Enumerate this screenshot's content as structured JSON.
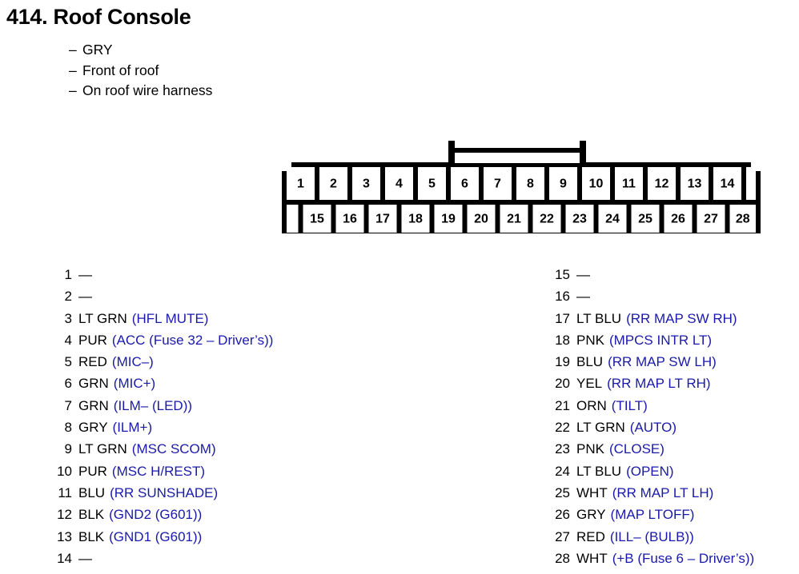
{
  "header": {
    "title": "414. Roof Console",
    "bullet_dash": "–",
    "bullets": [
      "GRY",
      "Front of roof",
      "On roof wire harness"
    ]
  },
  "connector": {
    "name": "28-pin connector",
    "top_row_pins": [
      "1",
      "2",
      "3",
      "4",
      "5",
      "6",
      "7",
      "8",
      "9",
      "10",
      "11",
      "12",
      "13",
      "14"
    ],
    "bottom_row_pins": [
      "15",
      "16",
      "17",
      "18",
      "19",
      "20",
      "21",
      "22",
      "23",
      "24",
      "25",
      "26",
      "27",
      "28"
    ],
    "line_color": "#000000",
    "cell_fill": "#ffffff"
  },
  "pins": {
    "empty_marker": "—",
    "signal_color": "#1a1aaa",
    "left_column": [
      {
        "no": "1",
        "wire": "",
        "signal": ""
      },
      {
        "no": "2",
        "wire": "",
        "signal": ""
      },
      {
        "no": "3",
        "wire": "LT GRN",
        "signal": "(HFL MUTE)"
      },
      {
        "no": "4",
        "wire": "PUR",
        "signal": "(ACC (Fuse 32 – Driver’s))"
      },
      {
        "no": "5",
        "wire": "RED",
        "signal": "(MIC–)"
      },
      {
        "no": "6",
        "wire": "GRN",
        "signal": "(MIC+)"
      },
      {
        "no": "7",
        "wire": "GRN",
        "signal": "(ILM– (LED))"
      },
      {
        "no": "8",
        "wire": "GRY",
        "signal": "(ILM+)"
      },
      {
        "no": "9",
        "wire": "LT GRN",
        "signal": "(MSC SCOM)"
      },
      {
        "no": "10",
        "wire": "PUR",
        "signal": "(MSC H/REST)"
      },
      {
        "no": "11",
        "wire": "BLU",
        "signal": "(RR SUNSHADE)"
      },
      {
        "no": "12",
        "wire": "BLK",
        "signal": "(GND2 (G601))"
      },
      {
        "no": "13",
        "wire": "BLK",
        "signal": "(GND1 (G601))"
      },
      {
        "no": "14",
        "wire": "",
        "signal": ""
      }
    ],
    "right_column": [
      {
        "no": "15",
        "wire": "",
        "signal": ""
      },
      {
        "no": "16",
        "wire": "",
        "signal": ""
      },
      {
        "no": "17",
        "wire": "LT BLU",
        "signal": "(RR MAP SW RH)"
      },
      {
        "no": "18",
        "wire": "PNK",
        "signal": "(MPCS INTR LT)"
      },
      {
        "no": "19",
        "wire": "BLU",
        "signal": "(RR MAP SW LH)"
      },
      {
        "no": "20",
        "wire": "YEL",
        "signal": "(RR MAP LT RH)"
      },
      {
        "no": "21",
        "wire": "ORN",
        "signal": "(TILT)"
      },
      {
        "no": "22",
        "wire": "LT GRN",
        "signal": "(AUTO)"
      },
      {
        "no": "23",
        "wire": "PNK",
        "signal": "(CLOSE)"
      },
      {
        "no": "24",
        "wire": "LT BLU",
        "signal": "(OPEN)"
      },
      {
        "no": "25",
        "wire": "WHT",
        "signal": "(RR MAP LT LH)"
      },
      {
        "no": "26",
        "wire": "GRY",
        "signal": "(MAP LTOFF)"
      },
      {
        "no": "27",
        "wire": "RED",
        "signal": "(ILL– (BULB))"
      },
      {
        "no": "28",
        "wire": "WHT",
        "signal": "(+B (Fuse 6 – Driver’s))"
      }
    ]
  }
}
